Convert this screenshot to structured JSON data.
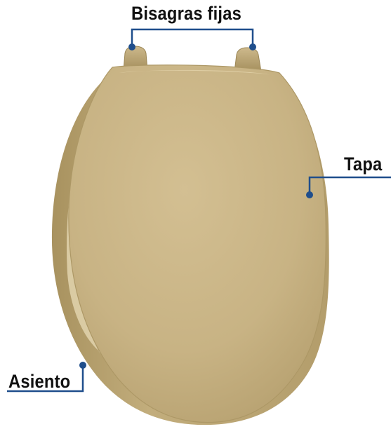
{
  "callouts": {
    "hinges": "Bisagras fijas",
    "lid": "Tapa",
    "seat": "Asiento"
  },
  "colors": {
    "lid": "#c9b486",
    "lid_highlight": "#d6c39a",
    "seat": "#b9a370",
    "seat_highlight": "#e4d6b2",
    "callout_line": "#1f4e8c"
  },
  "icons": {
    "object": "toilet-seat-illustration"
  }
}
